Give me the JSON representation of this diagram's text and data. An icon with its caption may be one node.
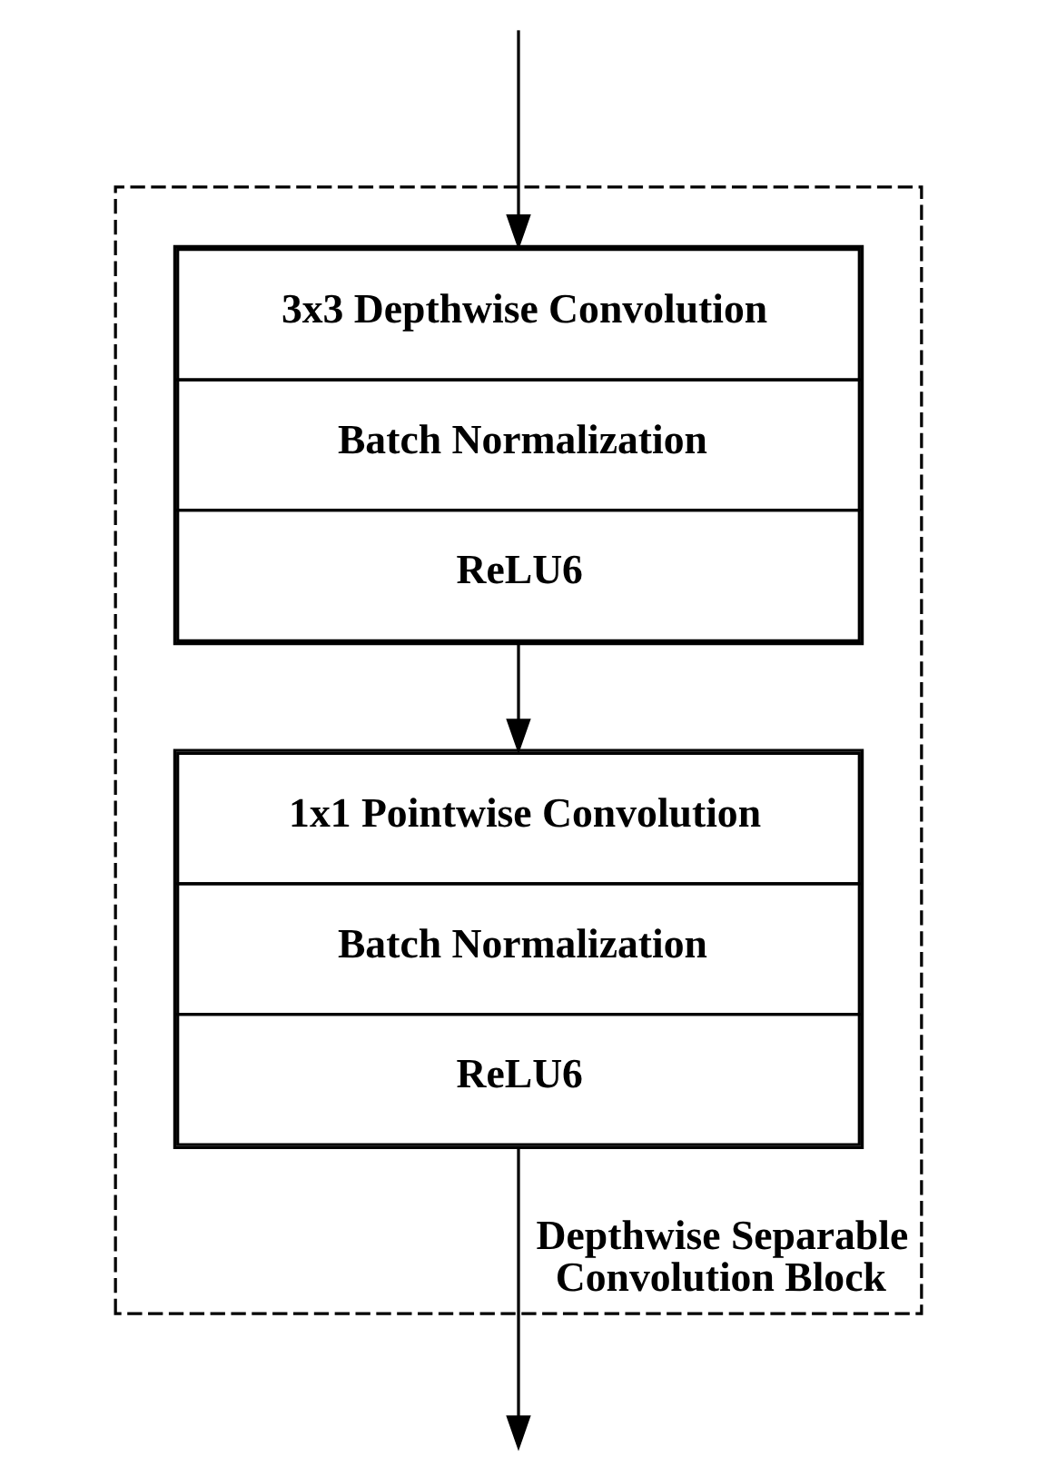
{
  "diagram": {
    "nodes": [
      {
        "text": [
          "Depthwise Separable Convolution Block"
        ]
      },
      {
        "text": [
          "3x3 Depthwise Convolution",
          "Batch Normalization",
          "ReLU6"
        ],
        "in": 0
      },
      {
        "text": [
          "1x1 Pointwise Convolution",
          "Batch Normalization",
          "ReLU6"
        ],
        "in": 0
      }
    ],
    "edges": [
      {
        "from": null,
        "to": 1,
        "arrow": "to"
      },
      {
        "from": 1,
        "to": 2,
        "arrow": "to"
      },
      {
        "from": 2,
        "to": null,
        "arrow": "to"
      }
    ]
  }
}
